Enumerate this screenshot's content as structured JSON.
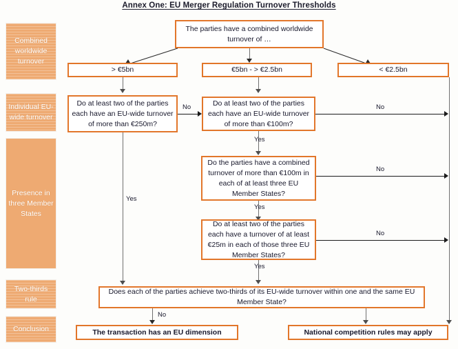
{
  "title": "Annex One: EU Merger Regulation Turnover Thresholds",
  "colors": {
    "box_border": "#e2762a",
    "stage_fill": "#eeaa72",
    "connector": "#6f6f6f",
    "text": "#17172b",
    "background": "#fdfdfb"
  },
  "stages": [
    {
      "id": "combined-worldwide-turnover",
      "label": "Combined worldwide turnover"
    },
    {
      "id": "individual-eu-wide-turnover",
      "label": "Individual EU-wide turnover"
    },
    {
      "id": "presence-in-three-member-states",
      "label": "Presence in three Member States"
    },
    {
      "id": "two-thirds-rule",
      "label": "Two-thirds rule"
    },
    {
      "id": "conclusion",
      "label": "Conclusion"
    }
  ],
  "nodes": {
    "start": "The parties have a combined worldwide turnover of …",
    "band_high": "> €5bn",
    "band_mid": "€5bn - > €2.5bn",
    "band_low": "< €2.5bn",
    "q_eu_250": "Do at least two of the parties each have an EU-wide turnover of  more than €250m?",
    "q_eu_100": "Do at least two of the parties each have an EU-wide turnover of more than €100m?",
    "q_combined_100m_three": "Do the parties have a combined turnover of more than €100m in each of at least three EU Member States?",
    "q_two_parties_25m": "Do at least two of the parties each have a turnover of at least €25m in each of those three EU Member States?",
    "q_two_thirds": "Does each of the parties achieve two-thirds of its EU-wide turnover within one and the same EU Member State?",
    "outcome_eu": "The transaction has an EU dimension",
    "outcome_national": "National competition rules may apply"
  },
  "edge_labels": {
    "no_250_to_100": "No",
    "no_100_right": "No",
    "yes_100_down": "Yes",
    "no_combined_right": "No",
    "yes_combined_down": "Yes",
    "no_25m_right": "No",
    "yes_25m_down": "Yes",
    "yes_left_branch": "Yes",
    "no_two_thirds": "No"
  }
}
